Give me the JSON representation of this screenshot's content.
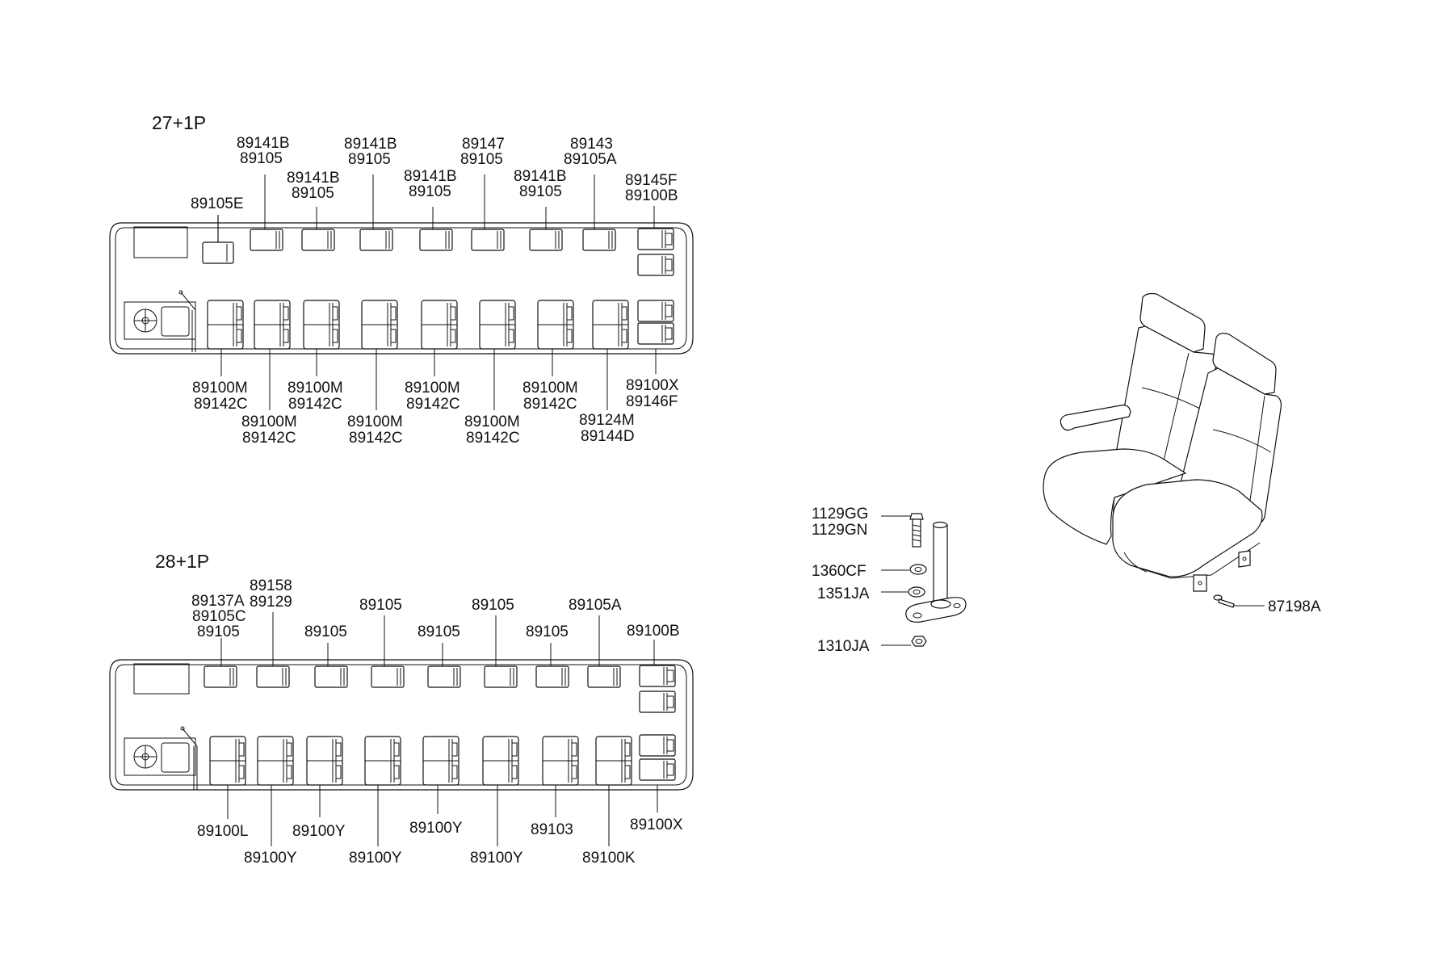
{
  "layouts": [
    {
      "title": "27+1P",
      "top_labels": [
        {
          "lines": [
            "89105E"
          ]
        },
        {
          "lines": [
            "89141B",
            "89105"
          ]
        },
        {
          "lines": [
            "89141B",
            "89105"
          ]
        },
        {
          "lines": [
            "89141B",
            "89105"
          ]
        },
        {
          "lines": [
            "89141B",
            "89105"
          ]
        },
        {
          "lines": [
            "89147",
            "89105"
          ]
        },
        {
          "lines": [
            "89141B",
            "89105"
          ]
        },
        {
          "lines": [
            "89143",
            "89105A"
          ]
        },
        {
          "lines": [
            "89145F",
            "89100B"
          ]
        }
      ],
      "bottom_labels": [
        {
          "lines": [
            "89100M",
            "89142C"
          ]
        },
        {
          "lines": [
            "89100M",
            "89142C"
          ]
        },
        {
          "lines": [
            "89100M",
            "89142C"
          ]
        },
        {
          "lines": [
            "89100M",
            "89142C"
          ]
        },
        {
          "lines": [
            "89100M",
            "89142C"
          ]
        },
        {
          "lines": [
            "89100M",
            "89142C"
          ]
        },
        {
          "lines": [
            "89100M",
            "89142C"
          ]
        },
        {
          "lines": [
            "89124M",
            "89144D"
          ]
        },
        {
          "lines": [
            "89100X",
            "89146F"
          ]
        }
      ]
    },
    {
      "title": "28+1P",
      "top_labels": [
        {
          "lines": [
            "89137A",
            "89105C",
            "89105"
          ]
        },
        {
          "lines": [
            "89158",
            "89129"
          ]
        },
        {
          "lines": [
            "89105"
          ]
        },
        {
          "lines": [
            "89105"
          ]
        },
        {
          "lines": [
            "89105"
          ]
        },
        {
          "lines": [
            "89105"
          ]
        },
        {
          "lines": [
            "89105"
          ]
        },
        {
          "lines": [
            "89105A"
          ]
        },
        {
          "lines": [
            "89100B"
          ]
        }
      ],
      "bottom_labels": [
        {
          "lines": [
            "89100L"
          ]
        },
        {
          "lines": [
            "89100Y"
          ]
        },
        {
          "lines": [
            "89100Y"
          ]
        },
        {
          "lines": [
            "89100Y"
          ]
        },
        {
          "lines": [
            "89100Y"
          ]
        },
        {
          "lines": [
            "89100Y"
          ]
        },
        {
          "lines": [
            "89103"
          ]
        },
        {
          "lines": [
            "89100K"
          ]
        },
        {
          "lines": [
            "89100X"
          ]
        }
      ]
    }
  ],
  "hardware_labels": [
    "1129GG",
    "1129GN",
    "1360CF",
    "1351JA",
    "1310JA"
  ],
  "seat_label": "87198A"
}
